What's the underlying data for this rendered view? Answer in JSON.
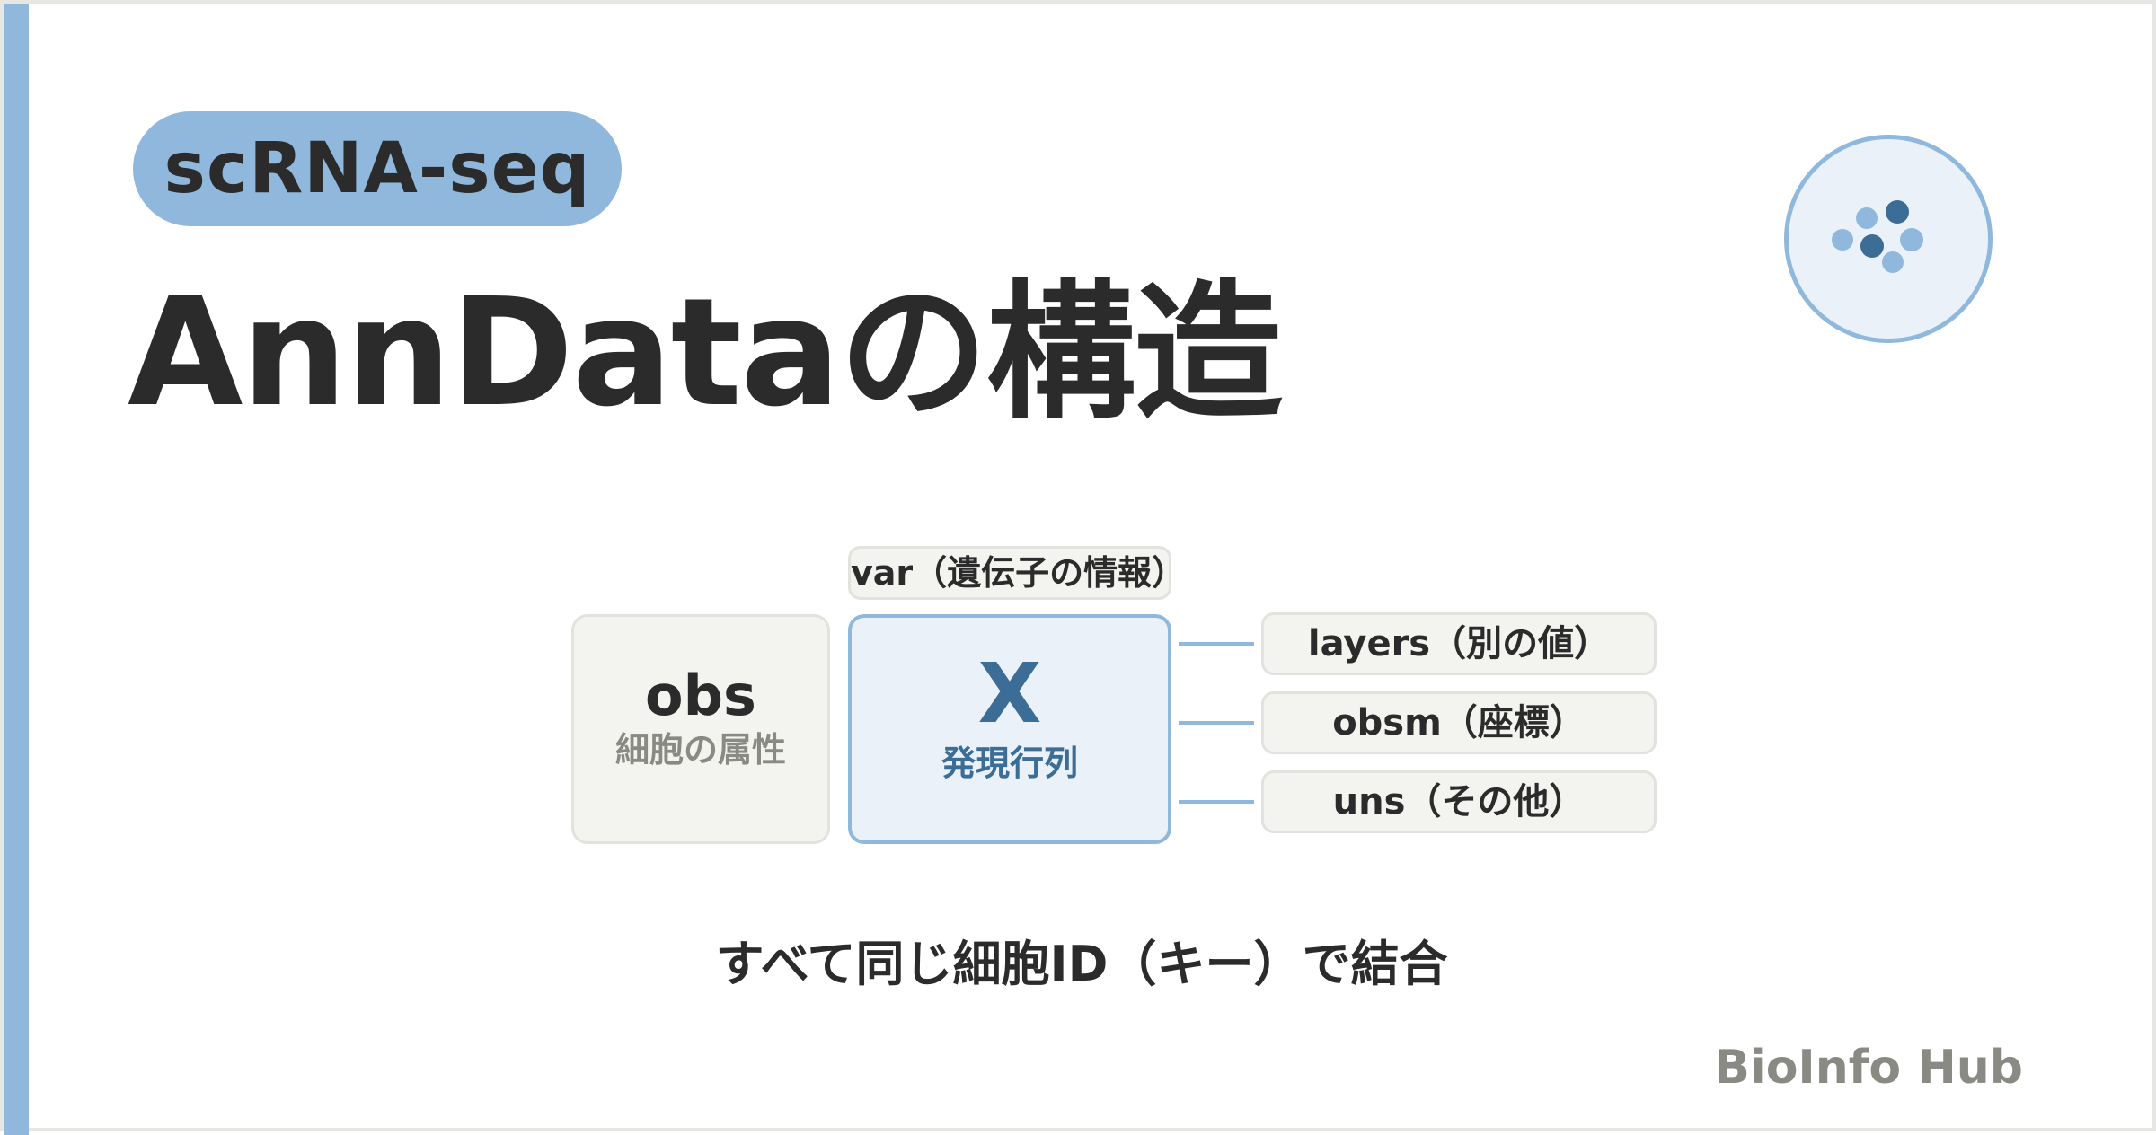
{
  "header": {
    "tag_label": "scRNA-seq",
    "title": "AnnDataの構造"
  },
  "logo": {
    "icon": "cell-cluster-icon",
    "colors": {
      "light": "#8fb8dc",
      "dark": "#3c6d97",
      "fill": "#eaf1f8"
    }
  },
  "diagram": {
    "var_label": "var（遺伝子の情報）",
    "obs": {
      "title": "obs",
      "subtitle": "細胞の属性"
    },
    "x": {
      "title": "X",
      "subtitle": "発現行列"
    },
    "side_items": [
      {
        "label": "layers（別の値）"
      },
      {
        "label": "obsm（座標）"
      },
      {
        "label": "uns（その他）"
      }
    ]
  },
  "caption": "すべて同じ細胞ID（キー）で結合",
  "footer": {
    "brand": "BioInfo Hub"
  },
  "colors": {
    "accent": "#8fb8dc",
    "accent_dark": "#3c6d97",
    "text": "#2b2b2b",
    "muted": "#8a8a85",
    "panel": "#f3f3f0"
  }
}
